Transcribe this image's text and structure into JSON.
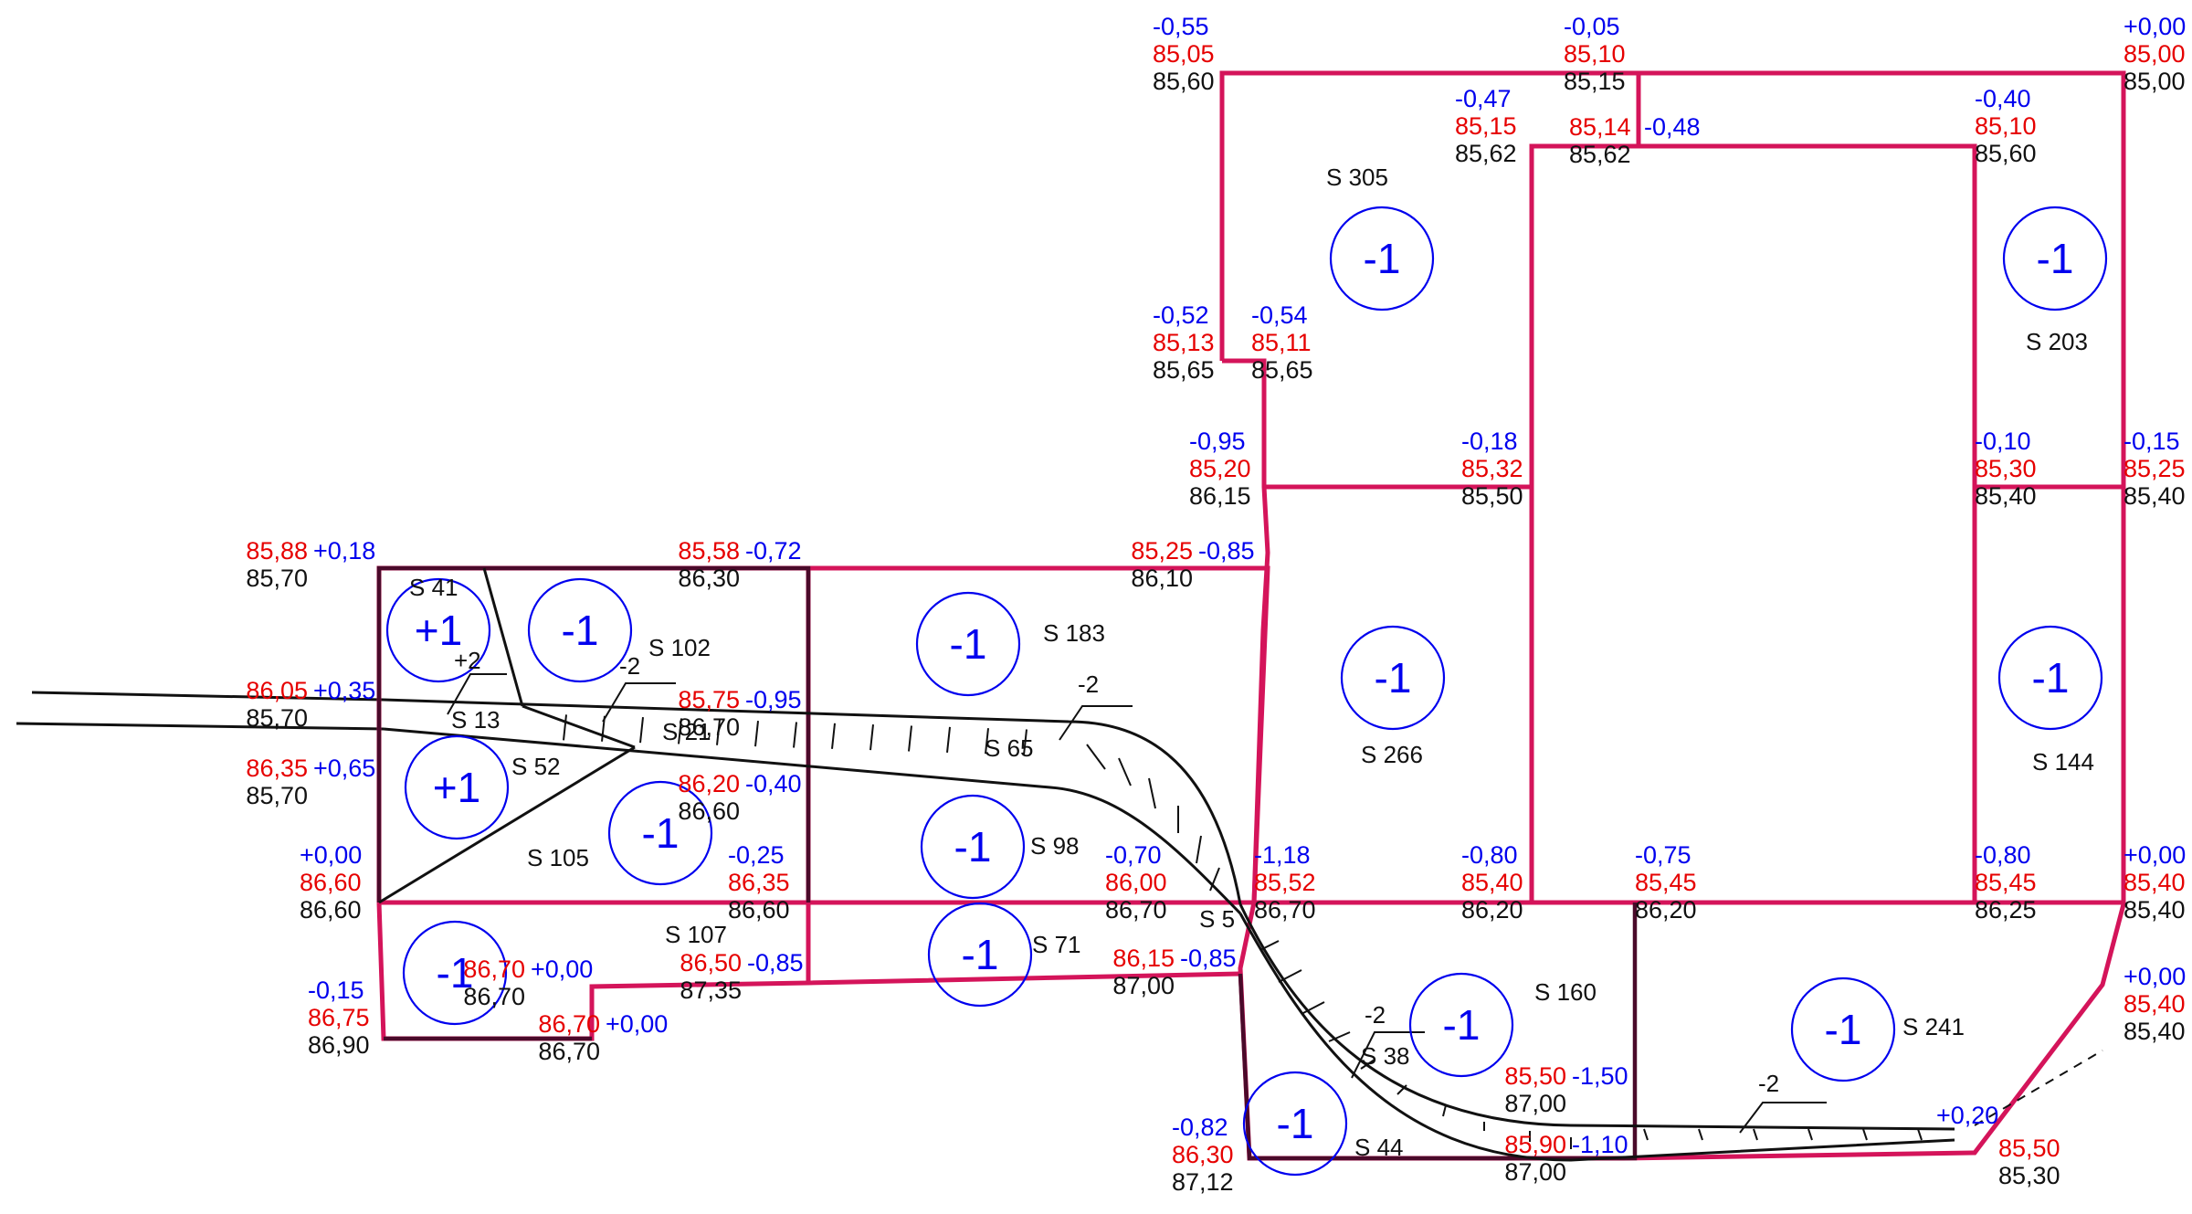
{
  "colors": {
    "boundary": "#d4145a",
    "design_level": "#e60000",
    "existing_level": "#111111",
    "difference": "#0000ee"
  },
  "sections": [
    {
      "label": "S 305",
      "coef": "-1"
    },
    {
      "label": "S 203",
      "coef": "-1"
    },
    {
      "label": "S 266",
      "coef": "-1"
    },
    {
      "label": "S 144",
      "coef": "-1"
    },
    {
      "label": "S 183",
      "coef": "-1"
    },
    {
      "label": "S 41",
      "coef": "+1"
    },
    {
      "label": "S 102",
      "coef": "-1"
    },
    {
      "label": "S 52",
      "coef": "+1"
    },
    {
      "label": "S 105",
      "coef": "-1"
    },
    {
      "label": "S 98",
      "coef": "-1"
    },
    {
      "label": "S 107",
      "coef": "-1"
    },
    {
      "label": "S 71",
      "coef": "-1"
    },
    {
      "label": "S 160",
      "coef": "-1"
    },
    {
      "label": "S 241",
      "coef": "-1"
    },
    {
      "label": "S 44",
      "coef": "-1"
    }
  ],
  "minor_sections": [
    "S 13",
    "S 21",
    "S 65",
    "S 5",
    "S 38"
  ],
  "slopes": [
    "+2",
    "-2",
    "-2",
    "-2",
    "-2"
  ],
  "points": [
    {
      "diff": "-0,55",
      "design": "85,05",
      "existing": "85,60"
    },
    {
      "diff": "-0,05",
      "design": "85,10",
      "existing": "85,15"
    },
    {
      "diff": "+0,00",
      "design": "85,00",
      "existing": "85,00"
    },
    {
      "diff": "-0,47",
      "design": "85,15",
      "existing": "85,62"
    },
    {
      "diff": "-0,48",
      "design": "85,14",
      "existing": "85,62"
    },
    {
      "diff": "-0,40",
      "design": "85,10",
      "existing": "85,60"
    },
    {
      "diff": "-0,52",
      "design": "85,13",
      "existing": "85,65"
    },
    {
      "diff": "-0,54",
      "design": "85,11",
      "existing": "85,65"
    },
    {
      "diff": "-0,95",
      "design": "85,20",
      "existing": "86,15"
    },
    {
      "diff": "-0,18",
      "design": "85,32",
      "existing": "85,50"
    },
    {
      "diff": "-0,10",
      "design": "85,30",
      "existing": "85,40"
    },
    {
      "diff": "-0,15",
      "design": "85,25",
      "existing": "85,40"
    },
    {
      "diff": "+0,18",
      "design": "85,88",
      "existing": "85,70"
    },
    {
      "diff": "-0,72",
      "design": "85,58",
      "existing": "86,30"
    },
    {
      "diff": "-0,85",
      "design": "85,25",
      "existing": "86,10"
    },
    {
      "diff": "+0,35",
      "design": "86,05",
      "existing": "85,70"
    },
    {
      "diff": "-0,95",
      "design": "85,75",
      "existing": "86,70"
    },
    {
      "diff": "+0,65",
      "design": "86,35",
      "existing": "85,70"
    },
    {
      "diff": "-0,40",
      "design": "86,20",
      "existing": "86,60"
    },
    {
      "diff": "+0,00",
      "design": "86,60",
      "existing": "86,60"
    },
    {
      "diff": "-0,25",
      "design": "86,35",
      "existing": "86,60"
    },
    {
      "diff": "-0,70",
      "design": "86,00",
      "existing": "86,70"
    },
    {
      "diff": "-1,18",
      "design": "85,52",
      "existing": "86,70"
    },
    {
      "diff": "-0,80",
      "design": "85,40",
      "existing": "86,20"
    },
    {
      "diff": "-0,75",
      "design": "85,45",
      "existing": "86,20"
    },
    {
      "diff": "-0,80",
      "design": "85,45",
      "existing": "86,25"
    },
    {
      "diff": "+0,00",
      "design": "85,40",
      "existing": "85,40"
    },
    {
      "diff": "-0,85",
      "design": "86,50",
      "existing": "87,35"
    },
    {
      "diff": "-0,85",
      "design": "86,15",
      "existing": "87,00"
    },
    {
      "diff": "+0,00",
      "design": "86,70",
      "existing": "86,70"
    },
    {
      "diff": "-0,15",
      "design": "86,75",
      "existing": "86,90"
    },
    {
      "diff": "+0,00",
      "design": "86,70",
      "existing": "86,70"
    },
    {
      "diff": "+0,00",
      "design": "85,40",
      "existing": "85,40"
    },
    {
      "diff": "-1,50",
      "design": "85,50",
      "existing": "87,00"
    },
    {
      "diff": "-1,10",
      "design": "85,90",
      "existing": "87,00"
    },
    {
      "diff": "+0,20",
      "design": "85,50",
      "existing": "85,30"
    },
    {
      "diff": "-0,82",
      "design": "86,30",
      "existing": "87,12"
    }
  ]
}
